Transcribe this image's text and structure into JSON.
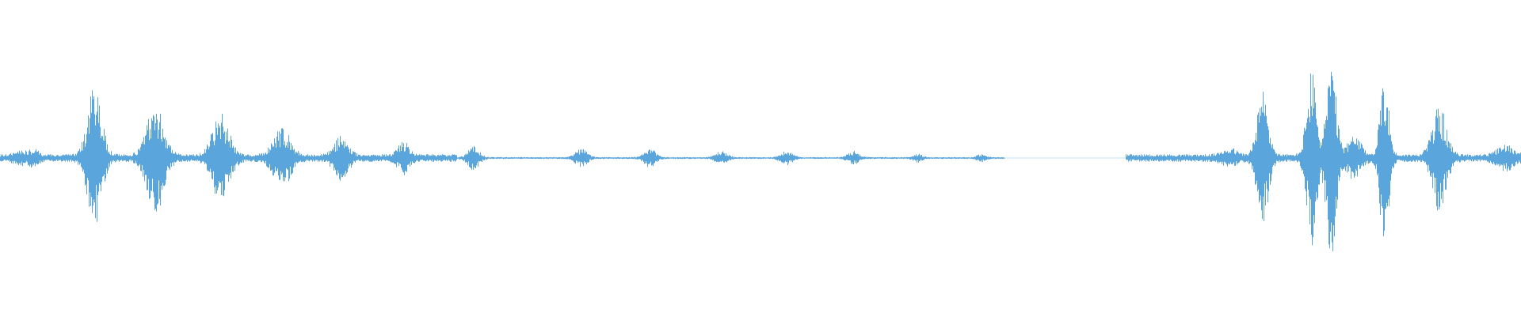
{
  "waveform": {
    "color": "#5aa5dc",
    "background": "#ffffff",
    "amplitude_scale": 1.0,
    "baseline_level": 0.03,
    "silent_ranges": [
      [
        0.66,
        0.74
      ]
    ],
    "bursts": [
      {
        "t": 0.013,
        "amp": 0.04,
        "width": 0.008
      },
      {
        "t": 0.022,
        "amp": 0.05,
        "width": 0.006
      },
      {
        "t": 0.062,
        "amp": 0.55,
        "width": 0.01
      },
      {
        "t": 0.102,
        "amp": 0.42,
        "width": 0.012
      },
      {
        "t": 0.145,
        "amp": 0.33,
        "width": 0.012
      },
      {
        "t": 0.185,
        "amp": 0.22,
        "width": 0.012
      },
      {
        "t": 0.224,
        "amp": 0.15,
        "width": 0.01
      },
      {
        "t": 0.265,
        "amp": 0.11,
        "width": 0.008
      },
      {
        "t": 0.311,
        "amp": 0.09,
        "width": 0.008
      },
      {
        "t": 0.382,
        "amp": 0.07,
        "width": 0.008
      },
      {
        "t": 0.427,
        "amp": 0.07,
        "width": 0.008
      },
      {
        "t": 0.474,
        "amp": 0.05,
        "width": 0.008
      },
      {
        "t": 0.517,
        "amp": 0.05,
        "width": 0.008
      },
      {
        "t": 0.561,
        "amp": 0.05,
        "width": 0.008
      },
      {
        "t": 0.603,
        "amp": 0.03,
        "width": 0.006
      },
      {
        "t": 0.645,
        "amp": 0.025,
        "width": 0.006
      },
      {
        "t": 0.808,
        "amp": 0.06,
        "width": 0.01
      },
      {
        "t": 0.83,
        "amp": 0.52,
        "width": 0.008
      },
      {
        "t": 0.862,
        "amp": 0.68,
        "width": 0.007
      },
      {
        "t": 0.875,
        "amp": 0.75,
        "width": 0.007
      },
      {
        "t": 0.89,
        "amp": 0.15,
        "width": 0.01
      },
      {
        "t": 0.91,
        "amp": 0.7,
        "width": 0.006
      },
      {
        "t": 0.946,
        "amp": 0.4,
        "width": 0.01
      },
      {
        "t": 0.99,
        "amp": 0.08,
        "width": 0.012
      }
    ]
  }
}
